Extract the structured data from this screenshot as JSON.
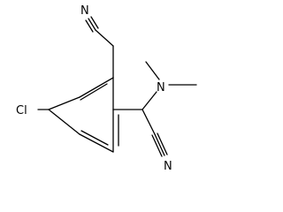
{
  "molecule": {
    "atoms": {
      "cl": "Cl",
      "n_amine": "N",
      "n_nitrile_top": "N",
      "n_nitrile_bottom": "N"
    }
  }
}
